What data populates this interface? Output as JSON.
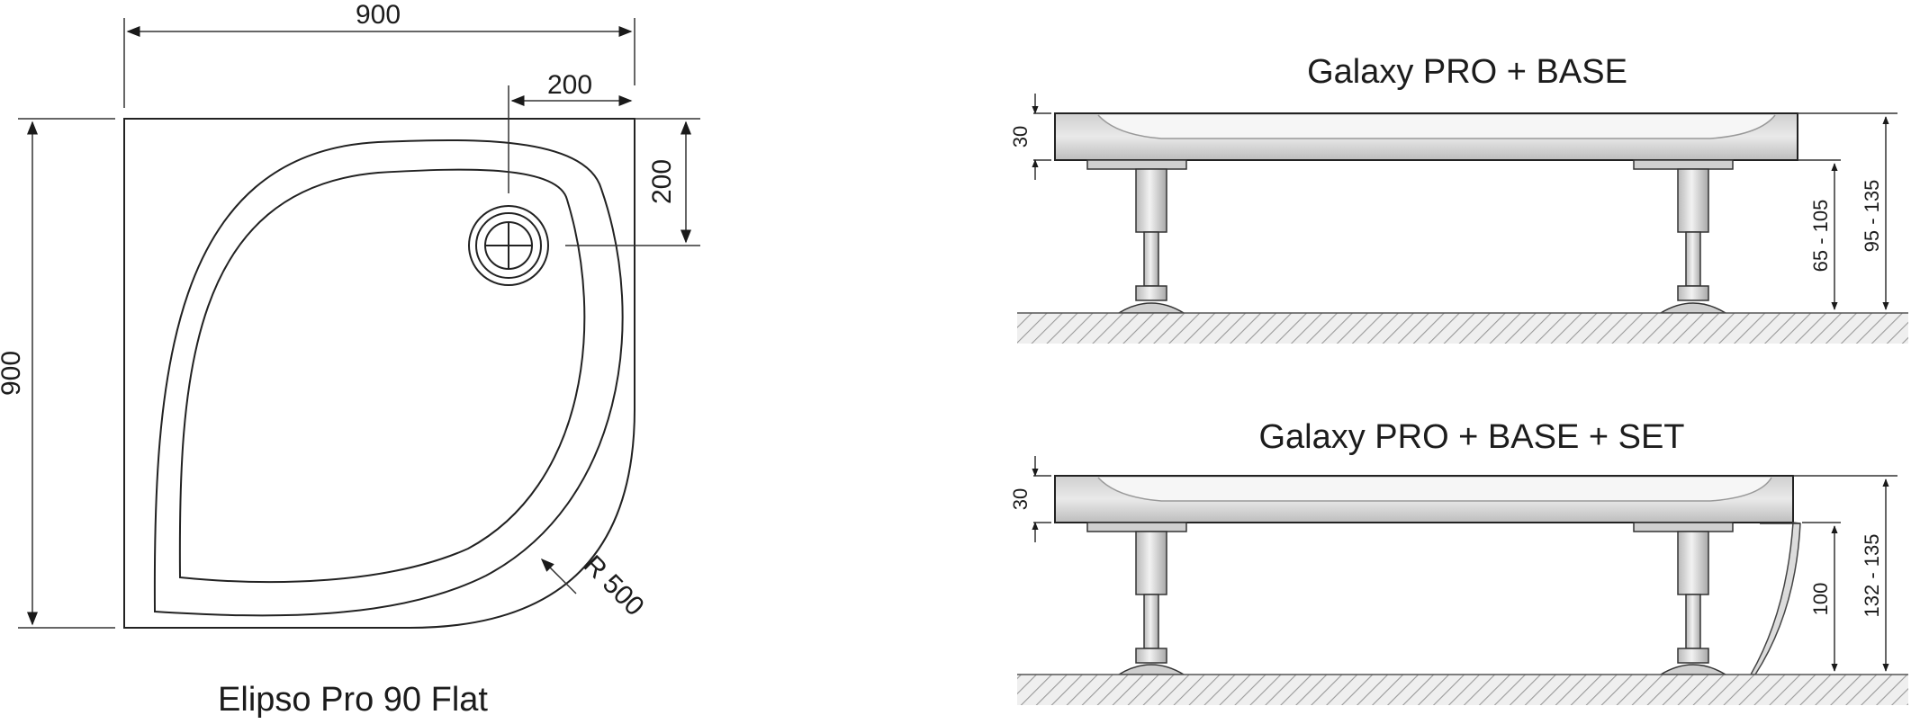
{
  "plan": {
    "width_label": "900",
    "height_label": "900",
    "drain_x_label": "200",
    "drain_y_label": "200",
    "radius_label": "R 500",
    "caption": "Elipso Pro 90 Flat"
  },
  "view_base": {
    "title": "Galaxy PRO + BASE",
    "tray_label": "30",
    "legs_label": "65 - 105",
    "total_label": "95 - 135"
  },
  "view_set": {
    "title": "Galaxy PRO + BASE + SET",
    "tray_label": "30",
    "legs_label": "100",
    "total_label": "132 - 135"
  },
  "colors": {
    "line": "#222222",
    "tray_fill": "#d7d7d7",
    "leg_fill": "#e4e4e4",
    "hatch": "#9a9a9a"
  }
}
